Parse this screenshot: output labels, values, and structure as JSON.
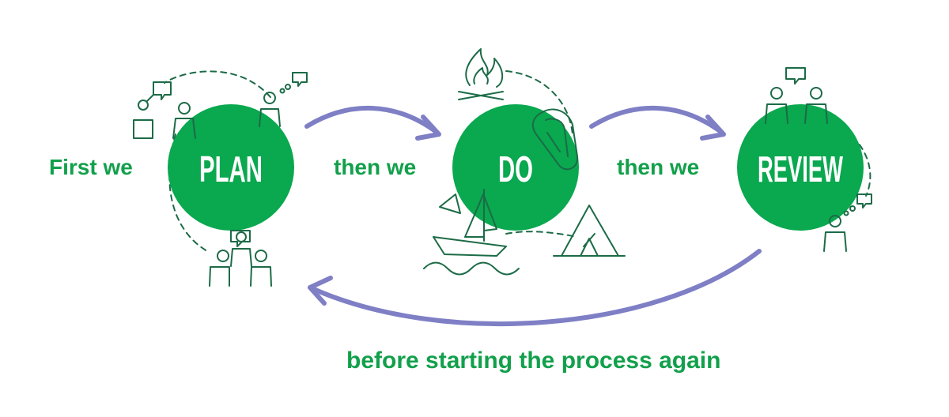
{
  "colors": {
    "accent_green": "#12a04b",
    "circle_fill": "#0aa84f",
    "illustration_ink": "#1c6b47",
    "arrow": "#7f7fc6",
    "background": "#ffffff"
  },
  "labels": {
    "first_we": "First we",
    "then_we_1": "then we",
    "then_we_2": "then we",
    "bottom": "before starting the process again"
  },
  "stages": [
    {
      "label": "PLAN"
    },
    {
      "label": "DO"
    },
    {
      "label": "REVIEW"
    }
  ],
  "icons": [
    "people-with-speech-bubbles-icon",
    "campfire-icon",
    "carabiner-icon",
    "sailboat-icon",
    "tent-icon"
  ]
}
